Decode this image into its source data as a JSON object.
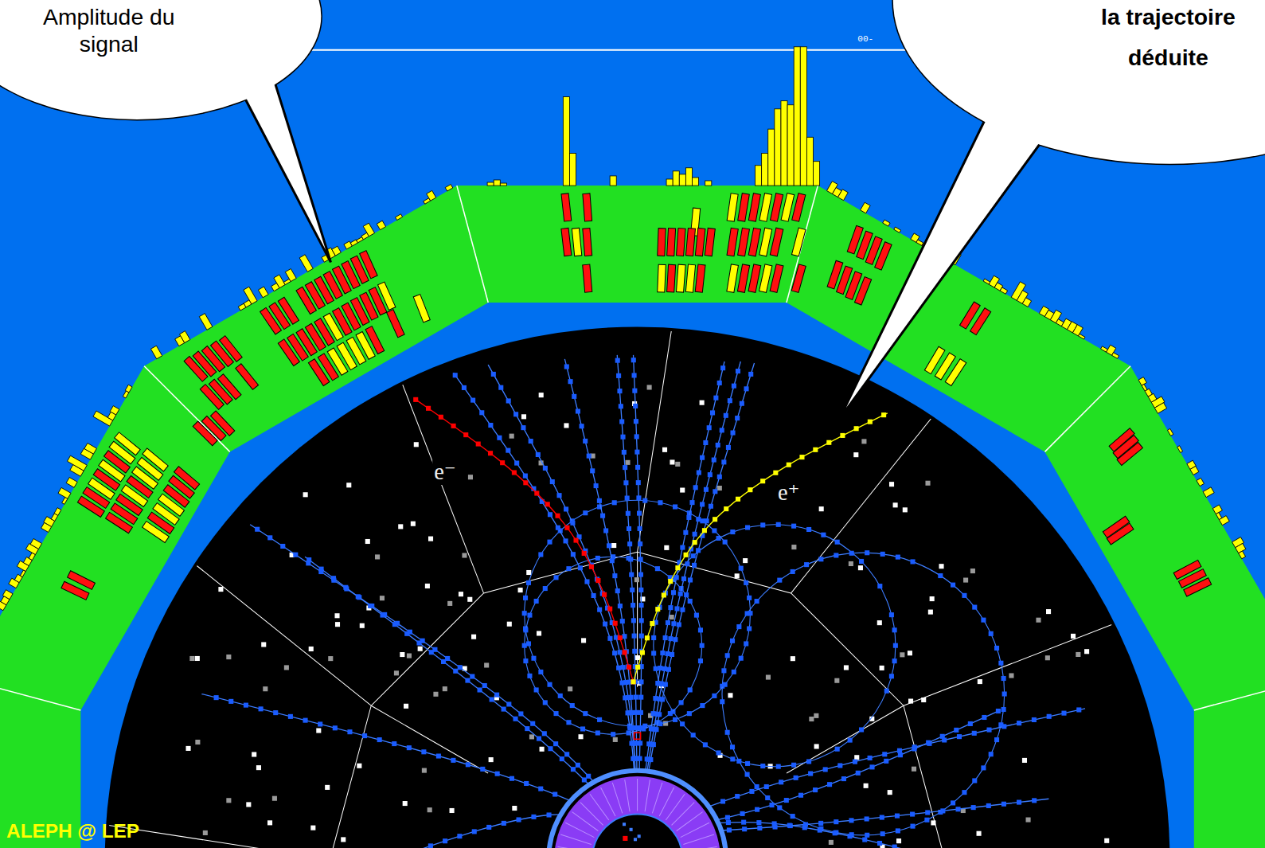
{
  "diagram": {
    "nodes": [
      {
        "text": [
          "Amplitude du signal"
        ]
      },
      {
        "text": [
          "la trajectoire déduite"
        ]
      }
    ],
    "labels": [
      "00-",
      "e⁻",
      "e⁺",
      "ALEPH @ LEP"
    ]
  }
}
